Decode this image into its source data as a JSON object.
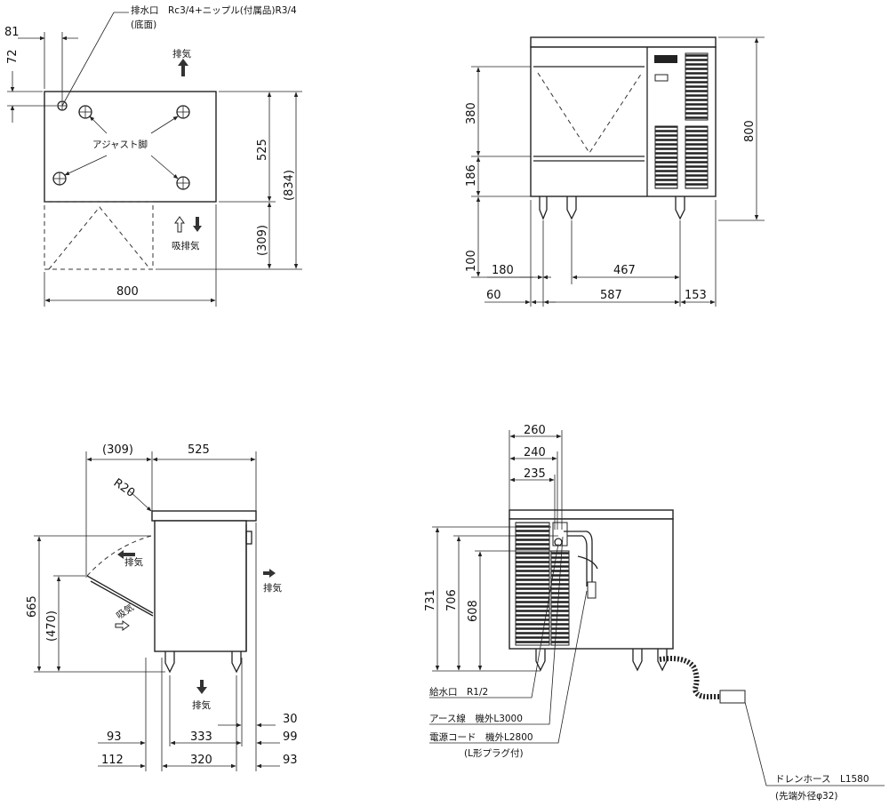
{
  "top_view": {
    "drain_label": "排水口　Rc3/4+ニップル(付属品)R3/4",
    "drain_sub": "(底面)",
    "adjust_label": "アジャスト脚",
    "exhaust": "排気",
    "intake_exhaust": "吸排気",
    "dims": {
      "d81": "81",
      "d72": "72",
      "d525": "525",
      "d834": "(834)",
      "d309": "(309)",
      "d800": "800"
    }
  },
  "front_view": {
    "dims": {
      "d380": "380",
      "d186": "186",
      "d100": "100",
      "d800": "800",
      "d180": "180",
      "d467": "467",
      "d60": "60",
      "d587": "587",
      "d153": "153"
    }
  },
  "side_view": {
    "dims": {
      "d309": "(309)",
      "d525": "525",
      "r20": "R20",
      "d665": "665",
      "d470": "(470)",
      "d30": "30",
      "d93a": "93",
      "d333": "333",
      "d99": "99",
      "d112": "112",
      "d320": "320",
      "d93b": "93"
    },
    "exhaust1": "排気",
    "exhaust2": "排気",
    "exhaust3": "排気",
    "intake": "吸気"
  },
  "rear_view": {
    "dims": {
      "d260": "260",
      "d240": "240",
      "d235": "235",
      "d731": "731",
      "d706": "706",
      "d608": "608"
    },
    "water_inlet": "給水口　R1/2",
    "earth_wire": "アース線　機外L3000",
    "power_cord": "電源コード　機外L2800",
    "plug_note": "(L形プラグ付)",
    "drain_hose": "ドレンホース　L1580",
    "drain_hose_sub": "(先端外径φ32)"
  }
}
